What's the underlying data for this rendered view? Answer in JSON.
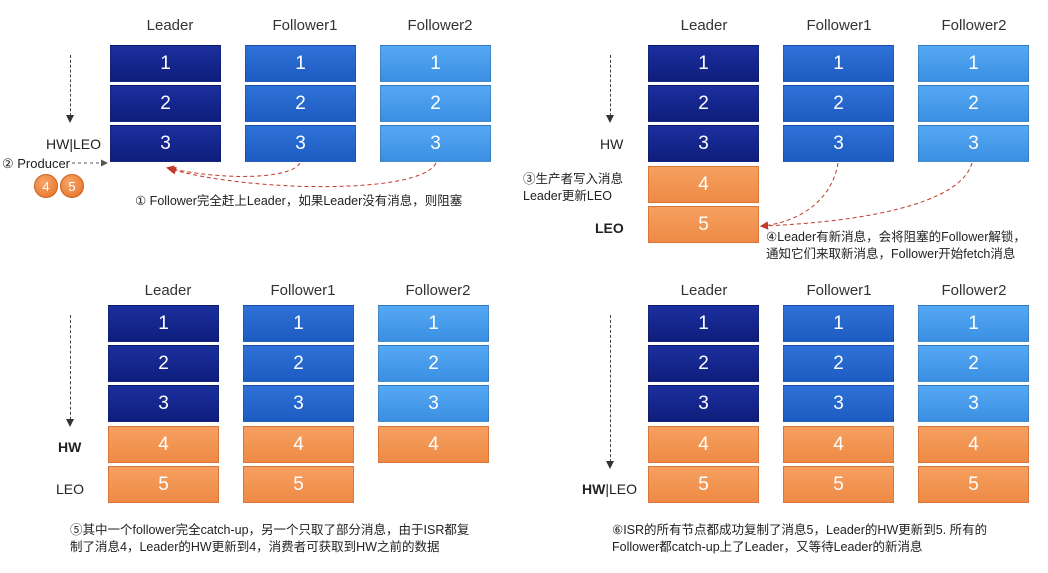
{
  "panels": [
    {
      "headers": [
        "Leader",
        "Follower1",
        "Follower2"
      ],
      "leader": [
        "1",
        "2",
        "3"
      ],
      "follower1": [
        "1",
        "2",
        "3"
      ],
      "follower2": [
        "1",
        "2",
        "3"
      ],
      "labels": {
        "hw_leo": "HW|LEO",
        "producer": "② Producer"
      },
      "bubbles": [
        "4",
        "5"
      ],
      "note": "① Follower完全赶上Leader，如果Leader没有消息，则阻塞"
    },
    {
      "headers": [
        "Leader",
        "Follower1",
        "Follower2"
      ],
      "leader": [
        "1",
        "2",
        "3",
        "4",
        "5"
      ],
      "follower1": [
        "1",
        "2",
        "3"
      ],
      "follower2": [
        "1",
        "2",
        "3"
      ],
      "labels": {
        "hw": "HW",
        "leo": "LEO",
        "producer_note": "③生产者写入消息\nLeader更新LEO"
      },
      "note": "④Leader有新消息，会将阻塞的Follower解锁，\n通知它们来取新消息，Follower开始fetch消息"
    },
    {
      "headers": [
        "Leader",
        "Follower1",
        "Follower2"
      ],
      "leader": [
        "1",
        "2",
        "3",
        "4",
        "5"
      ],
      "follower1": [
        "1",
        "2",
        "3",
        "4",
        "5"
      ],
      "follower2": [
        "1",
        "2",
        "3",
        "4"
      ],
      "labels": {
        "hw": "HW",
        "leo": "LEO"
      },
      "note": "⑤其中一个follower完全catch-up，另一个只取了部分消息，由于ISR都复\n制了消息4，Leader的HW更新到4，消费者可获取到HW之前的数据"
    },
    {
      "headers": [
        "Leader",
        "Follower1",
        "Follower2"
      ],
      "leader": [
        "1",
        "2",
        "3",
        "4",
        "5"
      ],
      "follower1": [
        "1",
        "2",
        "3",
        "4",
        "5"
      ],
      "follower2": [
        "1",
        "2",
        "3",
        "4",
        "5"
      ],
      "labels": {
        "hw_leo": "HW|LEO"
      },
      "note": "⑥ISR的所有节点都成功复制了消息5，Leader的HW更新到5. 所有的\nFollower都catch-up上了Leader，又等待Leader的新消息"
    }
  ],
  "colors": {
    "leader": "#14268a",
    "follower1": "#2466cd",
    "follower2": "#4a9cec",
    "new_message": "#f0904d",
    "arrow_dashed_red": "#c0392b"
  }
}
